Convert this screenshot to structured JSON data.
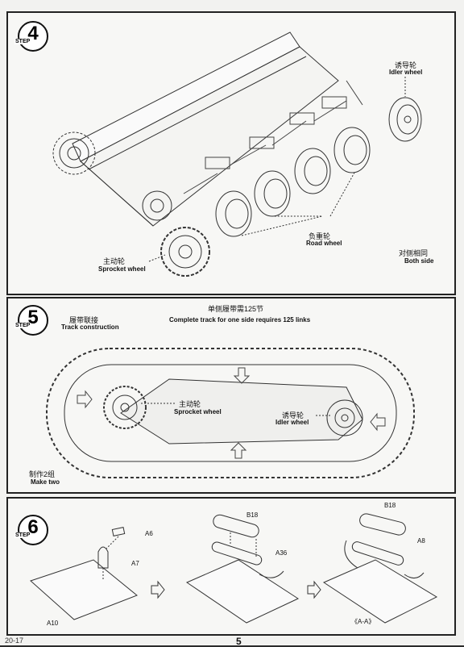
{
  "steps": [
    {
      "number": "4",
      "step_label": "STEP",
      "labels": {
        "idler_cn": "诱导轮",
        "idler_en": "Idler wheel",
        "road_cn": "负重轮",
        "road_en": "Road wheel",
        "sprocket_cn": "主动轮",
        "sprocket_en": "Sprocket wheel",
        "both_cn": "对侧相同",
        "both_en": "Both side"
      }
    },
    {
      "number": "5",
      "step_label": "STEP",
      "title_cn": "履带联接",
      "title_en": "Track construction",
      "note_cn": "单侧履带需125节",
      "note_en": "Complete track for one side requires 125 links",
      "labels": {
        "sprocket_cn": "主动轮",
        "sprocket_en": "Sprocket wheel",
        "idler_cn": "诱导轮",
        "idler_en": "Idler wheel",
        "make_cn": "制作2组",
        "make_en": "Make two"
      }
    },
    {
      "number": "6",
      "step_label": "STEP",
      "parts": {
        "a6": "A6",
        "a7": "A7",
        "a10": "A10",
        "b18a": "B18",
        "a36": "A36",
        "b18b": "B18",
        "a8": "A8"
      },
      "section": "《A-A》"
    }
  ],
  "page_number": "5",
  "corner_text": "20-17"
}
